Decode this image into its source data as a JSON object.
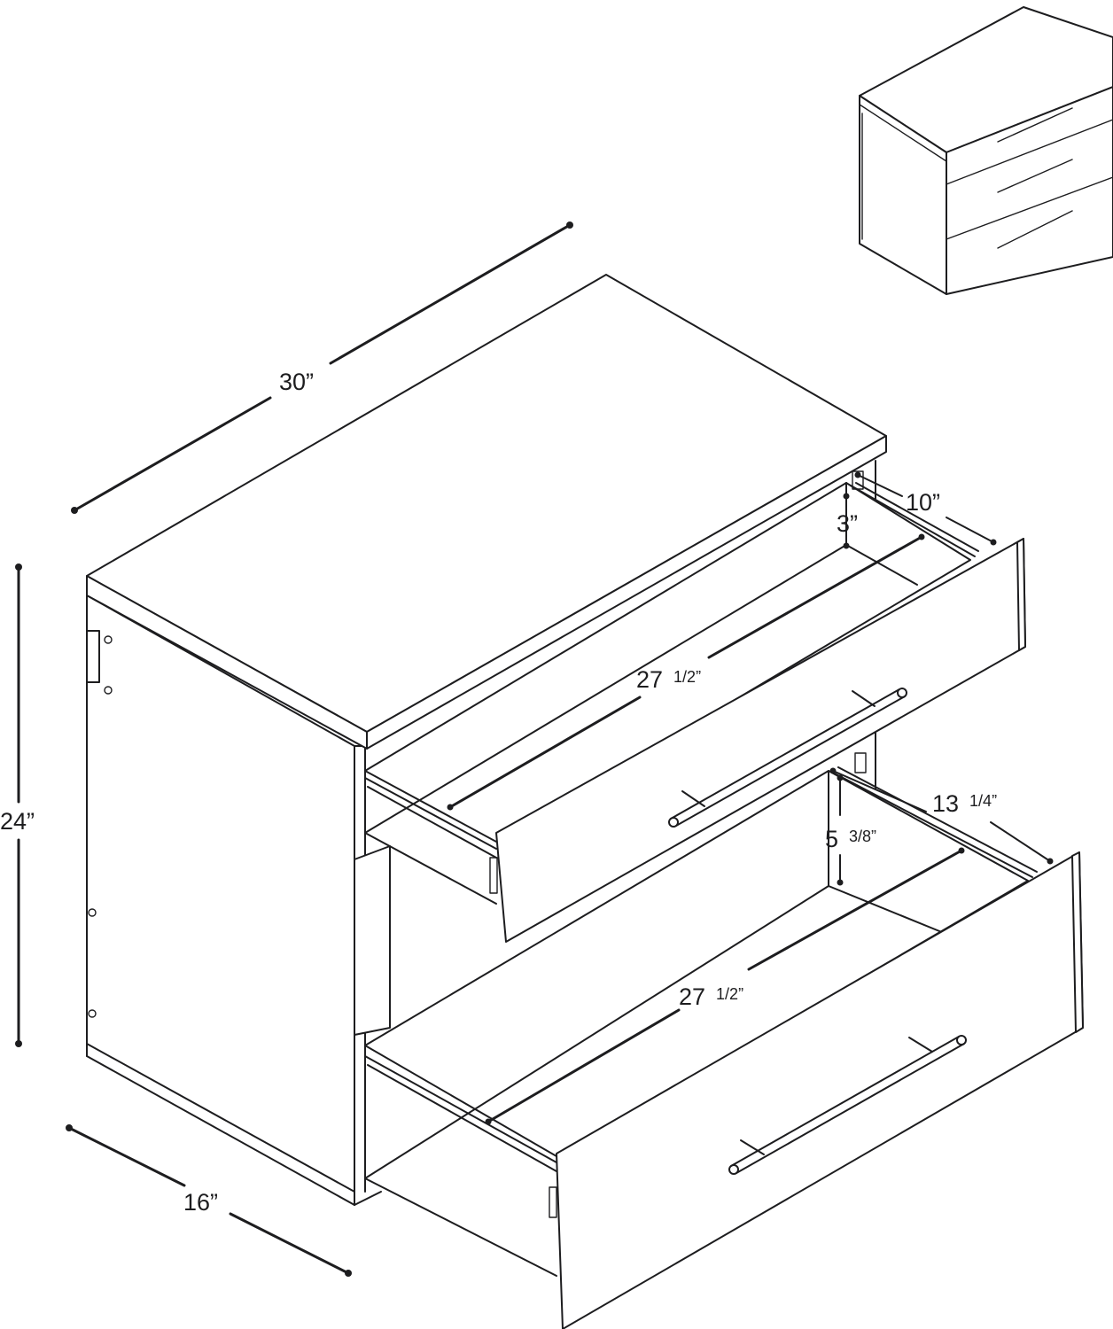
{
  "dimensions": {
    "width": "30”",
    "height": "24”",
    "depth": "16”",
    "top_drawer_width": "10”",
    "top_drawer_height": "3”",
    "top_drawer_depth": {
      "whole": "27",
      "frac": "1/2”"
    },
    "bottom_drawer_width": {
      "whole": "13",
      "frac": "1/4”"
    },
    "bottom_drawer_height": {
      "whole": "5",
      "frac": "3/8”"
    },
    "bottom_drawer_depth": {
      "whole": "27",
      "frac": "1/2”"
    }
  },
  "colors": {
    "line": "#1d1d1f",
    "background": "#ffffff"
  }
}
